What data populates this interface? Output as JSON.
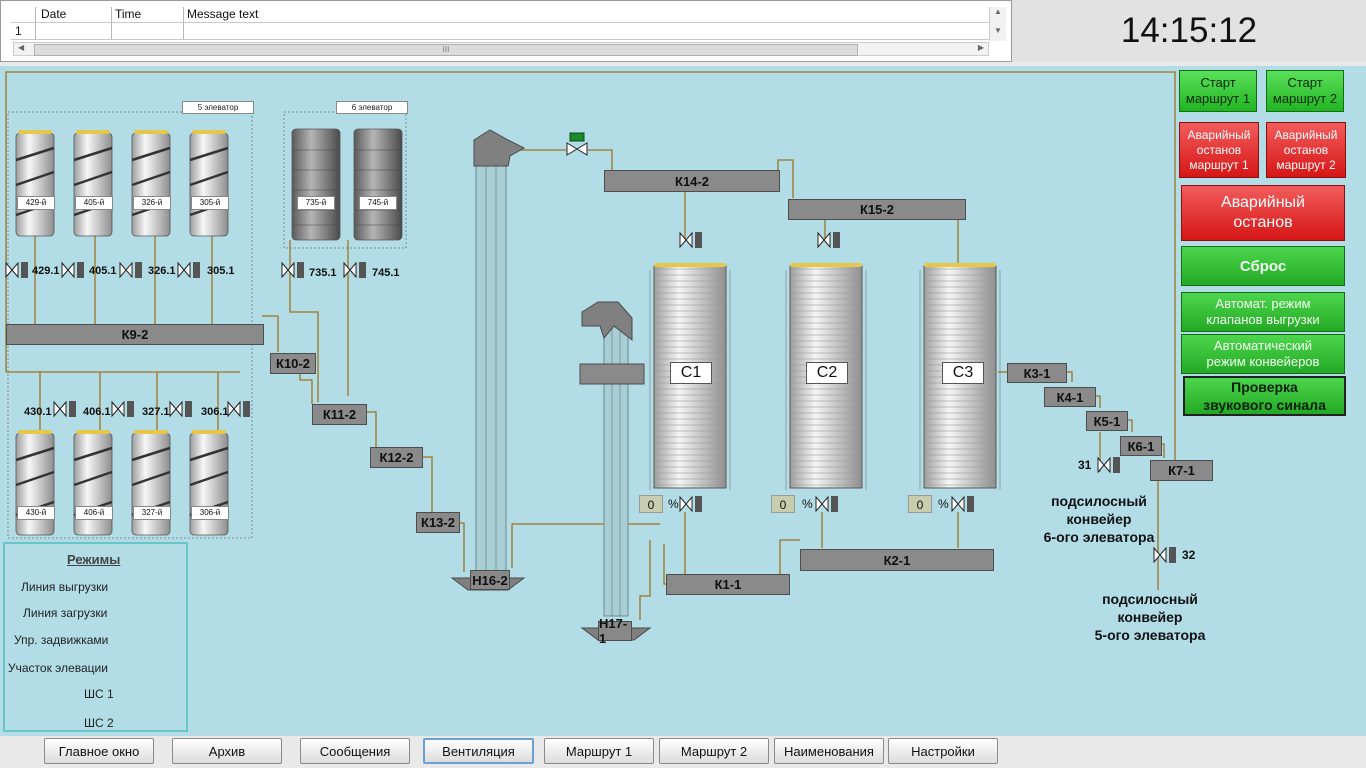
{
  "log": {
    "columns": [
      "Date",
      "Time",
      "Message text"
    ],
    "row_numbers": [
      "1"
    ],
    "scroll_grip": "III"
  },
  "clock": "14:15:12",
  "groups": {
    "elev5": "5 элеватор",
    "elev6": "6 элеватор"
  },
  "tanks_top": [
    "429-й",
    "405-й",
    "326-й",
    "305-й"
  ],
  "tanks_gray": [
    "735-й",
    "745-й"
  ],
  "tanks_bottom": [
    "430-й",
    "406-й",
    "327-й",
    "306-й"
  ],
  "valves_top": [
    "429.1",
    "405.1",
    "326.1",
    "305.1",
    "735.1",
    "745.1"
  ],
  "valves_bottom": [
    "430.1",
    "406.1",
    "327.1",
    "306.1"
  ],
  "conveyors": {
    "k9_2": "К9-2",
    "k10_2": "К10-2",
    "k11_2": "К11-2",
    "k12_2": "К12-2",
    "k13_2": "К13-2",
    "n16_2": "Н16-2",
    "n17_1": "Н17-1",
    "k14_2": "К14-2",
    "k15_2": "К15-2",
    "k1_1": "К1-1",
    "k2_1": "К2-1",
    "k3_1": "К3-1",
    "k4_1": "К4-1",
    "k5_1": "К5-1",
    "k6_1": "К6-1",
    "k7_1": "К7-1"
  },
  "silos": [
    {
      "label": "С1",
      "pct": "0",
      "unit": "%"
    },
    {
      "label": "С2",
      "pct": "0",
      "unit": "%"
    },
    {
      "label": "С3",
      "pct": "0",
      "unit": "%"
    }
  ],
  "valve_31": "31",
  "valve_32": "32",
  "dest1": "подсилосный\nконвейер\n6-ого элеватора",
  "dest2": "подсилосный\nконвейер\n5-ого элеватора",
  "buttons": {
    "start1": "Старт\nмаршрут 1",
    "start2": "Старт\nмаршрут 2",
    "estop1": "Аварийный\nостанов\nмаршрут 1",
    "estop2": "Аварийный\nостанов\nмаршрут 2",
    "estop": "Аварийный\nостанов",
    "reset": "Сброс",
    "auto_valves": "Автомат. режим\nклапанов выгрузки",
    "auto_conv": "Автоматический\nрежим конвейеров",
    "sound": "Проверка\nзвукового синала"
  },
  "modes": {
    "title": "Режимы",
    "items": [
      "Линия выгрузки",
      "Линия загрузки",
      "Упр. задвижками",
      "Участок элевации",
      "ШС 1",
      "ШС 2"
    ]
  },
  "tabs": [
    "Главное окно",
    "Архив",
    "Сообщения",
    "Вентиляция",
    "Маршрут 1",
    "Маршрут 2",
    "Наименования",
    "Настройки"
  ],
  "colors": {
    "mimic_bg": "#b2dde6",
    "line": "#a0741e",
    "conveyor": "#8a8a8a",
    "green_button": "#2cc12c",
    "red_button": "#e02020"
  }
}
